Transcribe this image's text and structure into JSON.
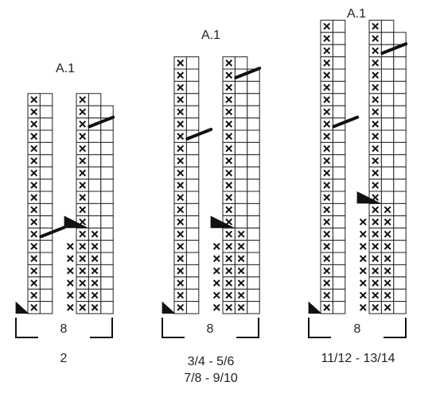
{
  "colors": {
    "ink": "#111111",
    "grid": "#222222",
    "background": "#ffffff"
  },
  "legend_symbols": [
    "cross-stitch-symbol",
    "decrease-wedge-symbol",
    "diagonal-bar-symbol"
  ],
  "charts": [
    {
      "title": "A.1",
      "width_label": "8",
      "size_line1": "2",
      "size_line2": "",
      "rows": 18,
      "left_column_xs": 18,
      "right_column_xs": 7,
      "bar_rows": [
        7,
        16
      ]
    },
    {
      "title": "A.1",
      "width_label": "8",
      "size_line1": "3/4 - 5/6",
      "size_line2": "7/8 - 9/10",
      "rows": 21,
      "left_column_xs": 21,
      "right_column_xs": 7,
      "bar_rows": [
        15,
        20
      ]
    },
    {
      "title": "A.1",
      "width_label": "8",
      "size_line1": "11/12 - 13/14",
      "size_line2": "",
      "rows": 24,
      "left_column_xs": 24,
      "right_column_xs": 9,
      "bar_rows": [
        16,
        22
      ]
    }
  ]
}
